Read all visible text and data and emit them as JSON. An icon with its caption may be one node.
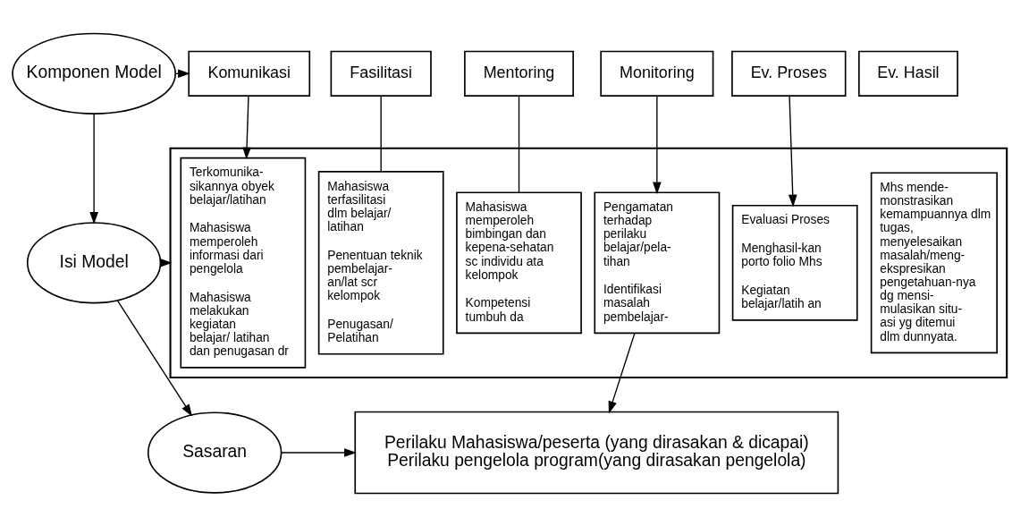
{
  "diagram": {
    "nodes": [
      {
        "text": [
          "Komponen Model"
        ]
      },
      {
        "text": [
          "Isi Model"
        ]
      },
      {
        "text": [
          "Sasaran"
        ]
      },
      {
        "text": [
          "Komunikasi"
        ]
      },
      {
        "text": [
          "Fasilitasi"
        ]
      },
      {
        "text": [
          "Mentoring"
        ]
      },
      {
        "text": [
          "Monitoring"
        ]
      },
      {
        "text": [
          "Ev. Proses"
        ]
      },
      {
        "text": [
          "Ev. Hasil"
        ]
      },
      {
        "text": [],
        "shape": "box"
      },
      {
        "text": [
          "Terkomunika-sikannya obyek belajar/latihan",
          "Mahasiswa memperoleh informasi dari pengelola",
          "Mahasiswa melakukan kegiatan belajar/ latihan dan penugasan dr"
        ],
        "in": 9
      },
      {
        "text": [
          "Mahasiswa terfasilitasi dlm belajar/ latihan",
          "Penentuan teknik pembelajar-an/lat scr kelompok",
          "Penugasan/ Pelatihan"
        ],
        "in": 9
      },
      {
        "text": [
          "Mahasiswa memperoleh bimbingan dan kepena-sehatan sc individu ata kelompok",
          "Kompetensi tumbuh da"
        ],
        "in": 9
      },
      {
        "text": [
          "Pengamatan terhadap perilaku belajar/pela-tihan",
          "Identifikasi masalah pembelajar-"
        ],
        "in": 9
      },
      {
        "text": [
          "Evaluasi Proses",
          "Menghasil-kan porto folio Mhs",
          "Kegiatan belajar/latih an"
        ],
        "in": 9
      },
      {
        "text": [
          "Mhs mende-monstrasikan kemampuannya dlm tugas, menyelesaikan masalah/meng-ekspresikan pengetahuan-nya dg mensi-mulasikan situ-asi yg ditemui dlm dunnyata."
        ],
        "in": 9
      },
      {
        "text": [
          "Perilaku Mahasiswa/peserta (yang dirasakan & dicapai)",
          "Perilaku pengelola program(yang dirasakan pengelola)"
        ]
      }
    ],
    "edges": [
      {
        "from": 0,
        "to": 3,
        "arrow": "to"
      },
      {
        "from": 0,
        "to": 1,
        "arrow": "to"
      },
      {
        "from": 1,
        "to": 9,
        "arrow": "to"
      },
      {
        "from": 1,
        "to": 2,
        "arrow": "to"
      },
      {
        "from": 2,
        "to": 16,
        "arrow": "to"
      },
      {
        "from": 3,
        "to": 10,
        "arrow": "to"
      },
      {
        "from": 4,
        "to": 11,
        "arrow": "none"
      },
      {
        "from": 5,
        "to": 12,
        "arrow": "none"
      },
      {
        "from": 6,
        "to": 13,
        "arrow": "to"
      },
      {
        "from": 7,
        "to": 14,
        "arrow": "to"
      },
      {
        "from": 13,
        "to": 16,
        "arrow": "to"
      }
    ]
  }
}
